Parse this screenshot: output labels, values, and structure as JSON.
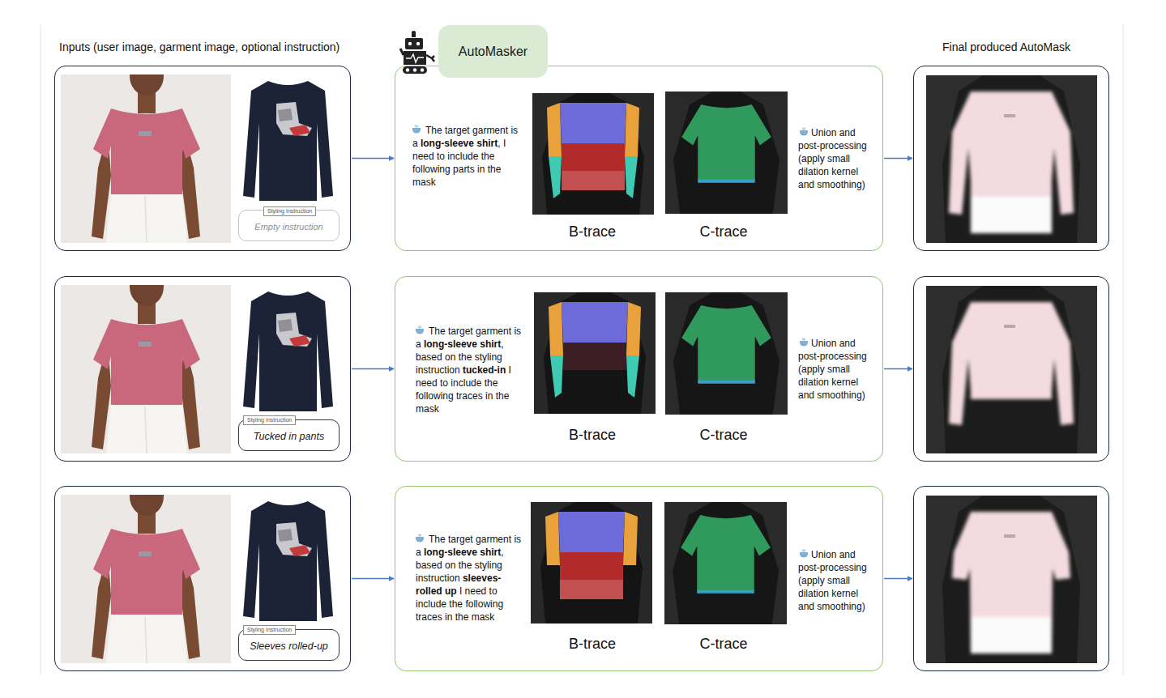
{
  "diagram": {
    "nodes": [
      {
        "text": [
          "AutoMasker"
        ]
      },
      {
        "text": []
      },
      {
        "text": [
          "Empty instruction"
        ],
        "in": 1
      },
      {
        "text": [
          "Styling Instruction"
        ],
        "in": 2
      },
      {
        "text": [
          "The target garment is a",
          "long-sleeve shirt",
          ", I need to include the following parts in the mask",
          "B-trace",
          "C-trace",
          "Union and post-processing (apply small dilation kernel and smoothing)"
        ]
      },
      {
        "text": []
      },
      {
        "text": []
      },
      {
        "text": [
          "Tucked in pants"
        ],
        "in": 6
      },
      {
        "text": [
          "Styling Instruction"
        ],
        "in": 7
      },
      {
        "text": [
          "The target garment is a",
          "long-sleeve shirt",
          ", based on the styling instruction",
          "tucked-in",
          "I need to include the following traces in the mask",
          "B-trace",
          "C-trace",
          "Union and post-processing (apply small dilation kernel and smoothing)"
        ]
      },
      {
        "text": []
      },
      {
        "text": []
      },
      {
        "text": [
          "Sleeves rolled-up"
        ],
        "in": 11
      },
      {
        "text": [
          "Styling Instruction"
        ],
        "in": 12
      },
      {
        "text": [
          "The target garment is a",
          "long-sleeve shirt",
          ", based on the styling instruction",
          "sleeves-rolled up",
          "I need to include the following traces in the mask",
          "B-trace",
          "C-trace",
          "Union and post-processing (apply small dilation kernel and smoothing)"
        ]
      },
      {
        "text": []
      }
    ],
    "edges": [
      {
        "from": 1,
        "to": 4,
        "arrow": "to"
      },
      {
        "from": 4,
        "to": 5,
        "arrow": "to"
      },
      {
        "from": 6,
        "to": 9,
        "arrow": "to"
      },
      {
        "from": 9,
        "to": 10,
        "arrow": "to"
      },
      {
        "from": 11,
        "to": 14,
        "arrow": "to"
      },
      {
        "from": 14,
        "to": 15,
        "arrow": "to"
      }
    ],
    "labels": [
      "Inputs (user image, garment image, optional instruction)",
      "Final produced AutoMask"
    ]
  }
}
